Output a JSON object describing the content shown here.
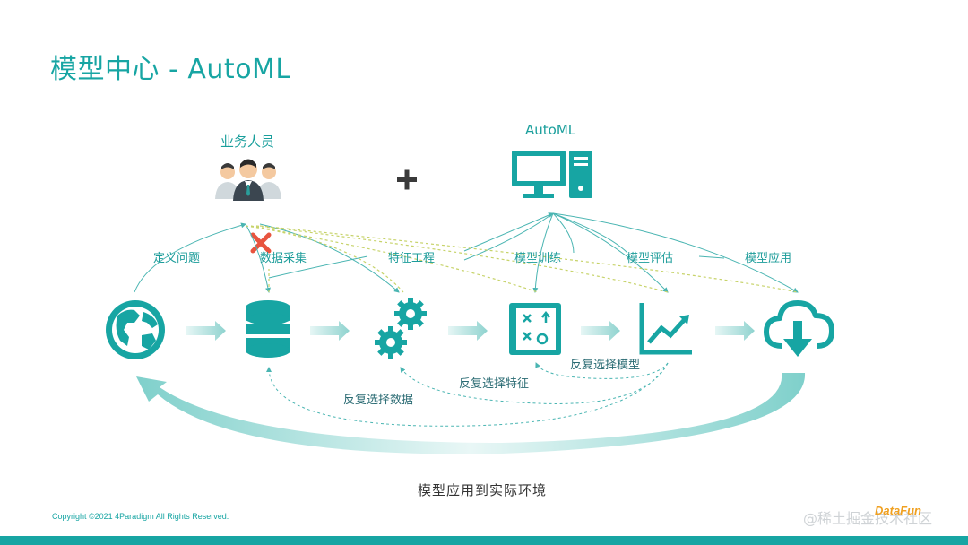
{
  "title": "模型中心 - AutoML",
  "top": {
    "business_label": "业务人员",
    "automl_label": "AutoML",
    "plus": "+"
  },
  "steps": {
    "define": "定义问题",
    "collect": "数据采集",
    "feature": "特征工程",
    "train": "模型训练",
    "evaluate": "模型评估",
    "apply": "模型应用"
  },
  "feedback": {
    "data": "反复选择数据",
    "feature": "反复选择特征",
    "model": "反复选择模型"
  },
  "bottom_caption": "模型应用到实际环境",
  "footer": {
    "copyright": "Copyright ©2021 4Paradigm All Rights Reserved.",
    "watermark": "@稀土掘金技术社区",
    "logo": "DataFun"
  },
  "colors": {
    "teal": "#17a5a3",
    "teal_light": "#bfe7e4",
    "red_x": "#e8543f",
    "dash_yellow": "#d8d86a"
  },
  "icons": [
    "business-people-icon",
    "plus-icon",
    "computer-icon",
    "globe-icon",
    "database-icon",
    "gears-icon",
    "strategy-board-icon",
    "line-chart-icon",
    "cloud-download-icon",
    "red-x-icon"
  ]
}
